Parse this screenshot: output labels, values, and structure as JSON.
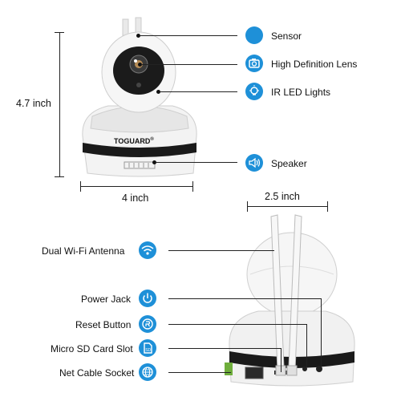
{
  "brand": "TOGUARD",
  "brand_mark": "®",
  "dimensions": {
    "height": "4.7 inch",
    "width": "4 inch",
    "depth": "2.5 inch"
  },
  "front_callouts": [
    {
      "label": "Sensor",
      "icon": "dot-icon"
    },
    {
      "label": "High Definition Lens",
      "icon": "camera-icon"
    },
    {
      "label": "IR LED Lights",
      "icon": "bulb-icon"
    },
    {
      "label": "Speaker",
      "icon": "speaker-icon"
    }
  ],
  "back_callouts": [
    {
      "label": "Dual Wi-Fi Antenna",
      "icon": "wifi-icon"
    },
    {
      "label": "Power Jack",
      "icon": "power-icon"
    },
    {
      "label": "Reset Button",
      "icon": "reset-icon"
    },
    {
      "label": "Micro SD Card Slot",
      "icon": "sd-card-icon"
    },
    {
      "label": "Net Cable Socket",
      "icon": "globe-icon"
    }
  ],
  "colors": {
    "accent": "#1e90d8",
    "body": "#f4f4f4",
    "band": "#1a1a1a"
  }
}
